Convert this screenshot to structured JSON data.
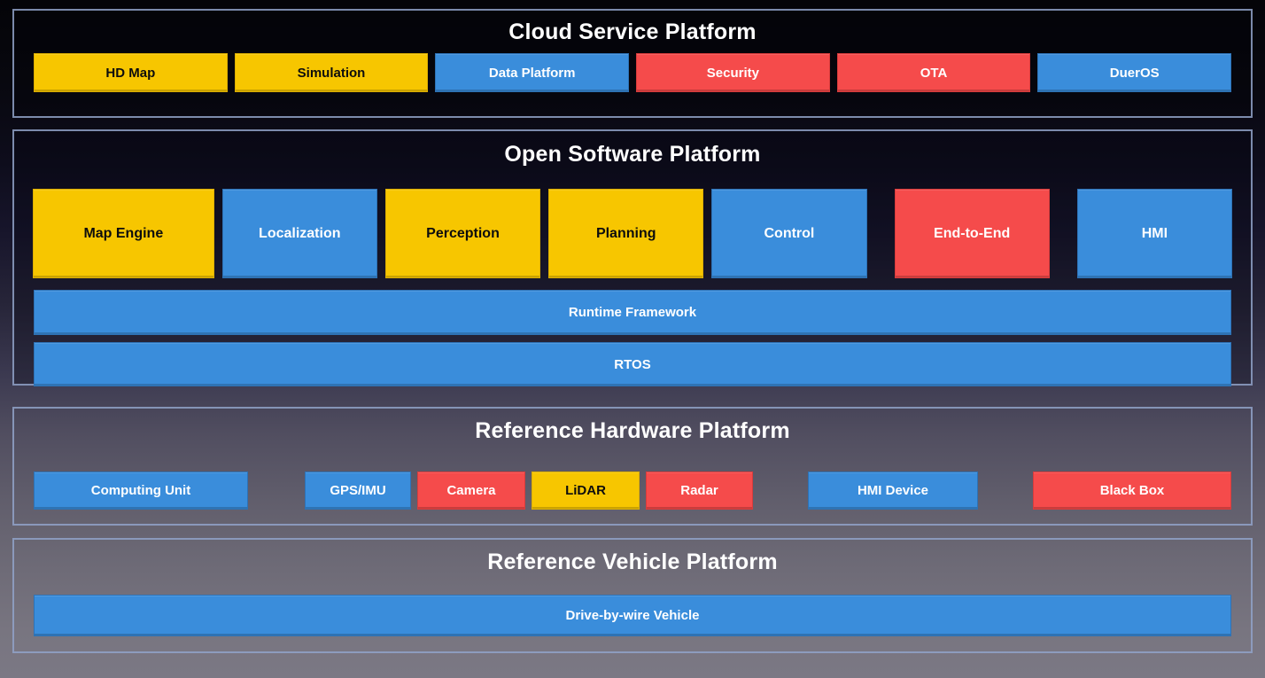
{
  "palette": {
    "yellow": "#F7C600",
    "blue": "#3A8DDB",
    "red": "#F54B4B",
    "panel_border": "#91A2C8",
    "title_text": "#FFFFFF"
  },
  "sections": {
    "cloud": {
      "title": "Cloud Service Platform",
      "boxes": [
        {
          "label": "HD Map",
          "color": "yellow"
        },
        {
          "label": "Simulation",
          "color": "yellow"
        },
        {
          "label": "Data Platform",
          "color": "blue"
        },
        {
          "label": "Security",
          "color": "red"
        },
        {
          "label": "OTA",
          "color": "red"
        },
        {
          "label": "DuerOS",
          "color": "blue"
        }
      ]
    },
    "software": {
      "title": "Open Software Platform",
      "modules": [
        {
          "label": "Map Engine",
          "color": "yellow"
        },
        {
          "label": "Localization",
          "color": "blue"
        },
        {
          "label": "Perception",
          "color": "yellow"
        },
        {
          "label": "Planning",
          "color": "yellow"
        },
        {
          "label": "Control",
          "color": "blue"
        },
        {
          "label": "End-to-End",
          "color": "red"
        },
        {
          "label": "HMI",
          "color": "blue"
        }
      ],
      "bars": [
        {
          "label": "Runtime Framework",
          "color": "blue"
        },
        {
          "label": "RTOS",
          "color": "blue"
        }
      ]
    },
    "hardware": {
      "title": "Reference Hardware Platform",
      "boxes": [
        {
          "label": "Computing Unit",
          "color": "blue"
        },
        {
          "label": "GPS/IMU",
          "color": "blue"
        },
        {
          "label": "Camera",
          "color": "red"
        },
        {
          "label": "LiDAR",
          "color": "yellow"
        },
        {
          "label": "Radar",
          "color": "red"
        },
        {
          "label": "HMI Device",
          "color": "blue"
        },
        {
          "label": "Black Box",
          "color": "red"
        }
      ]
    },
    "vehicle": {
      "title": "Reference Vehicle Platform",
      "bars": [
        {
          "label": "Drive-by-wire Vehicle",
          "color": "blue"
        }
      ]
    }
  }
}
